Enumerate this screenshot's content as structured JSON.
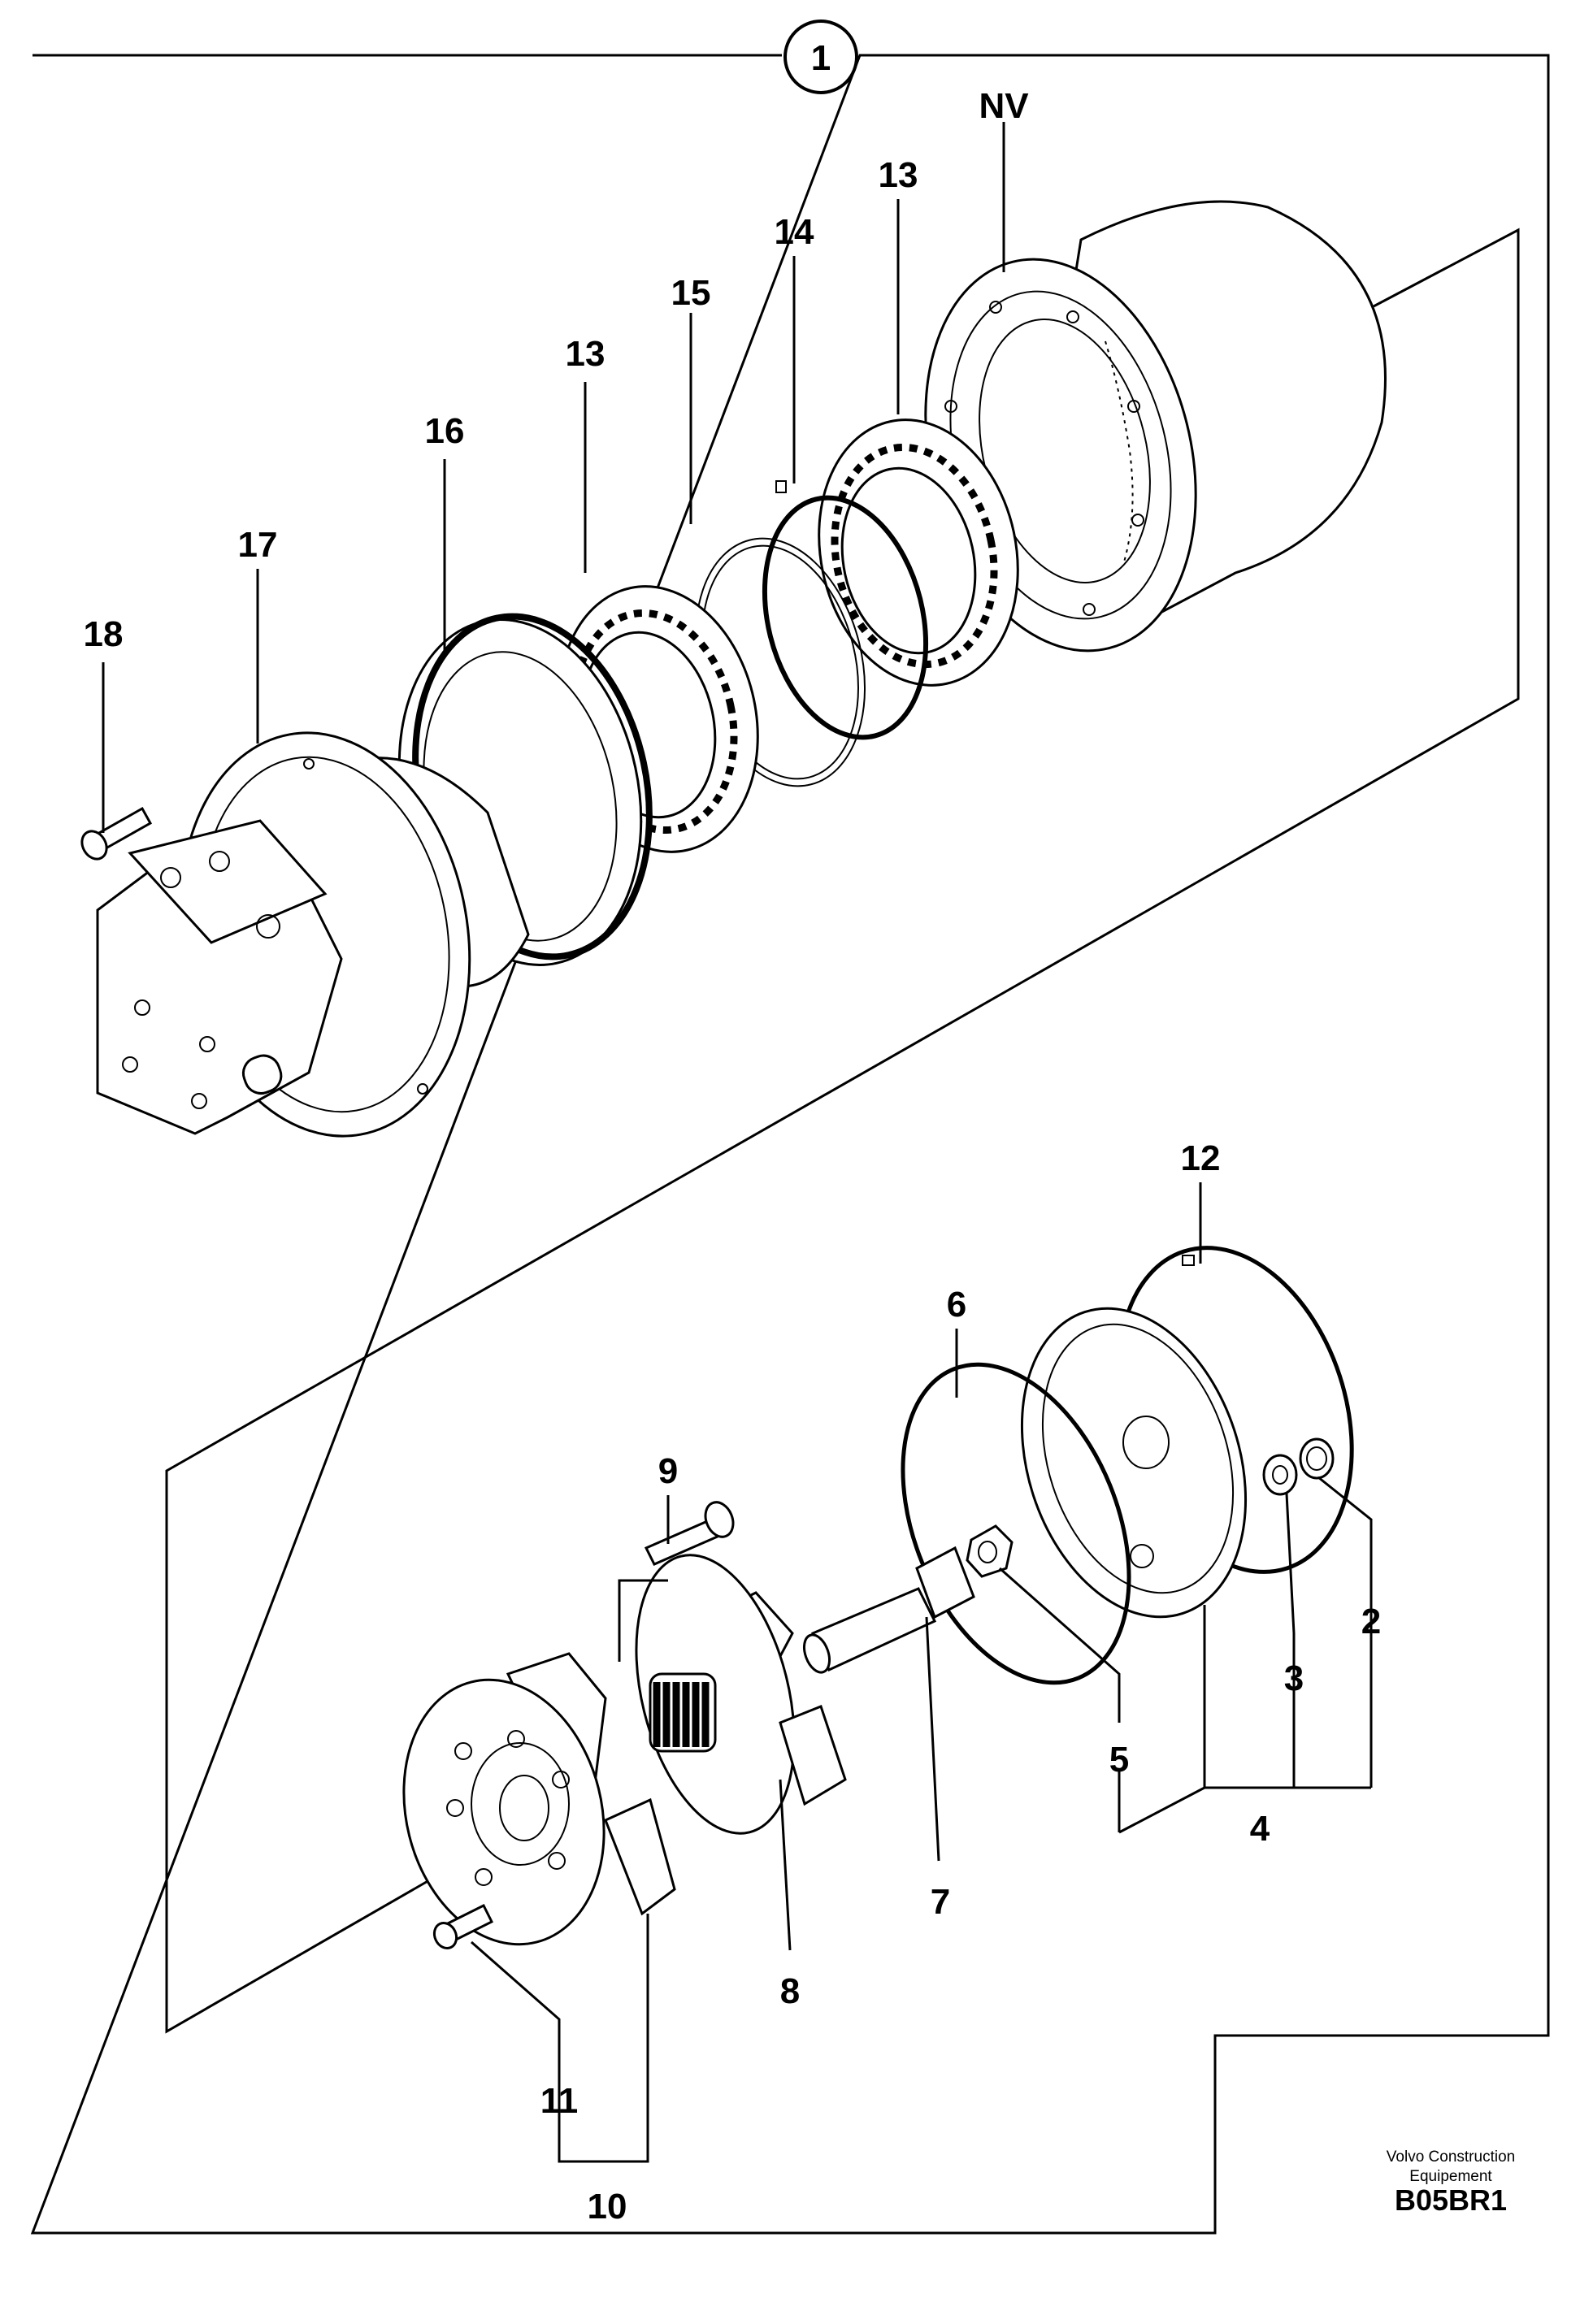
{
  "figure": {
    "sheet_number": "1",
    "manufacturer": "Volvo Construction Equipement",
    "drawing_code": "B05BR1"
  },
  "callouts": {
    "nv": "NV",
    "p13a": "13",
    "p14": "14",
    "p15": "15",
    "p13b": "13",
    "p16": "16",
    "p17": "17",
    "p18": "18",
    "p12": "12",
    "p6": "6",
    "p9": "9",
    "p2": "2",
    "p3": "3",
    "p5": "5",
    "p4": "4",
    "p7": "7",
    "p8": "8",
    "p11": "11",
    "p10": "10"
  }
}
